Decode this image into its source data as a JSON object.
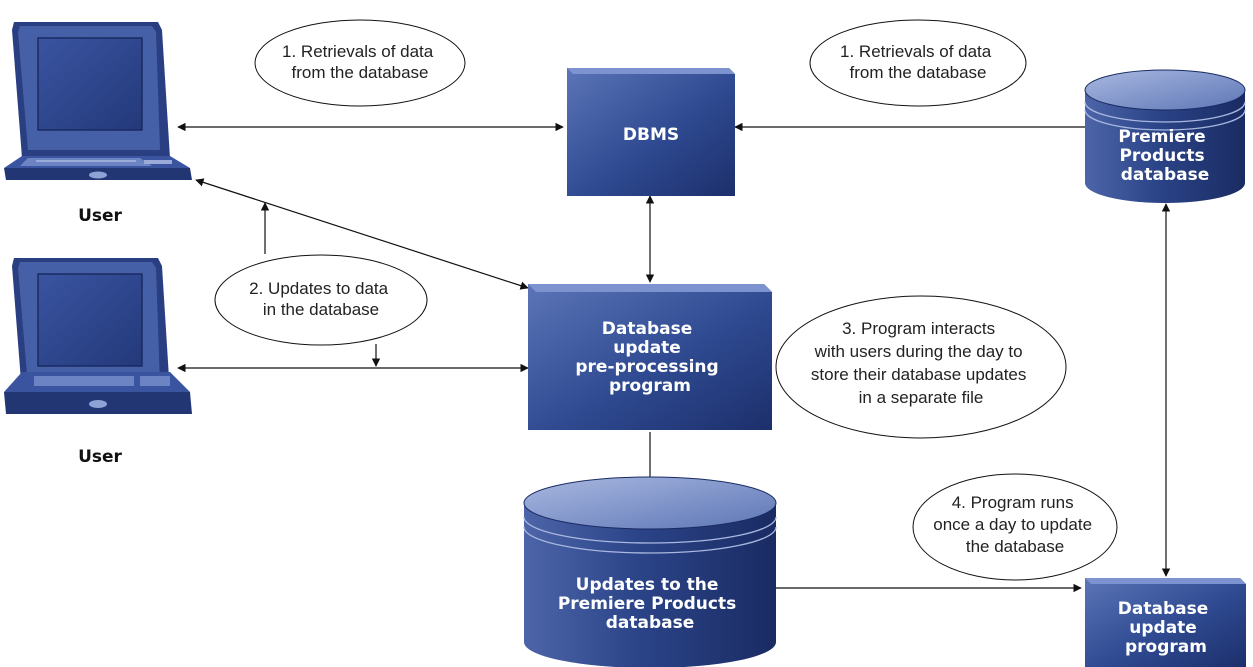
{
  "colors": {
    "box_dark": "#1f3576",
    "box_mid": "#3b56a0",
    "box_light": "#6f86c6",
    "line": "#111111"
  },
  "users": [
    {
      "label": "User"
    },
    {
      "label": "User"
    }
  ],
  "boxes": {
    "dbms": [
      "DBMS"
    ],
    "preproc": [
      "Database",
      "update",
      "pre-processing",
      "program"
    ],
    "update_program": [
      "Database",
      "update",
      "program"
    ]
  },
  "databases": {
    "premiere": [
      "Premiere",
      "Products",
      "database"
    ],
    "updates": [
      "Updates to the",
      "Premiere Products",
      "database"
    ]
  },
  "notes": {
    "retrieve_left": [
      "1. Retrievals of data",
      "from the database"
    ],
    "retrieve_right": [
      "1. Retrievals of data",
      "from the database"
    ],
    "updates": [
      "2. Updates to data",
      "in the database"
    ],
    "interacts": [
      "3. Program interacts",
      "with users during the day to",
      "store their database updates",
      "in a separate file"
    ],
    "runs": [
      "4. Program runs",
      "once a day to update",
      "the database"
    ]
  }
}
